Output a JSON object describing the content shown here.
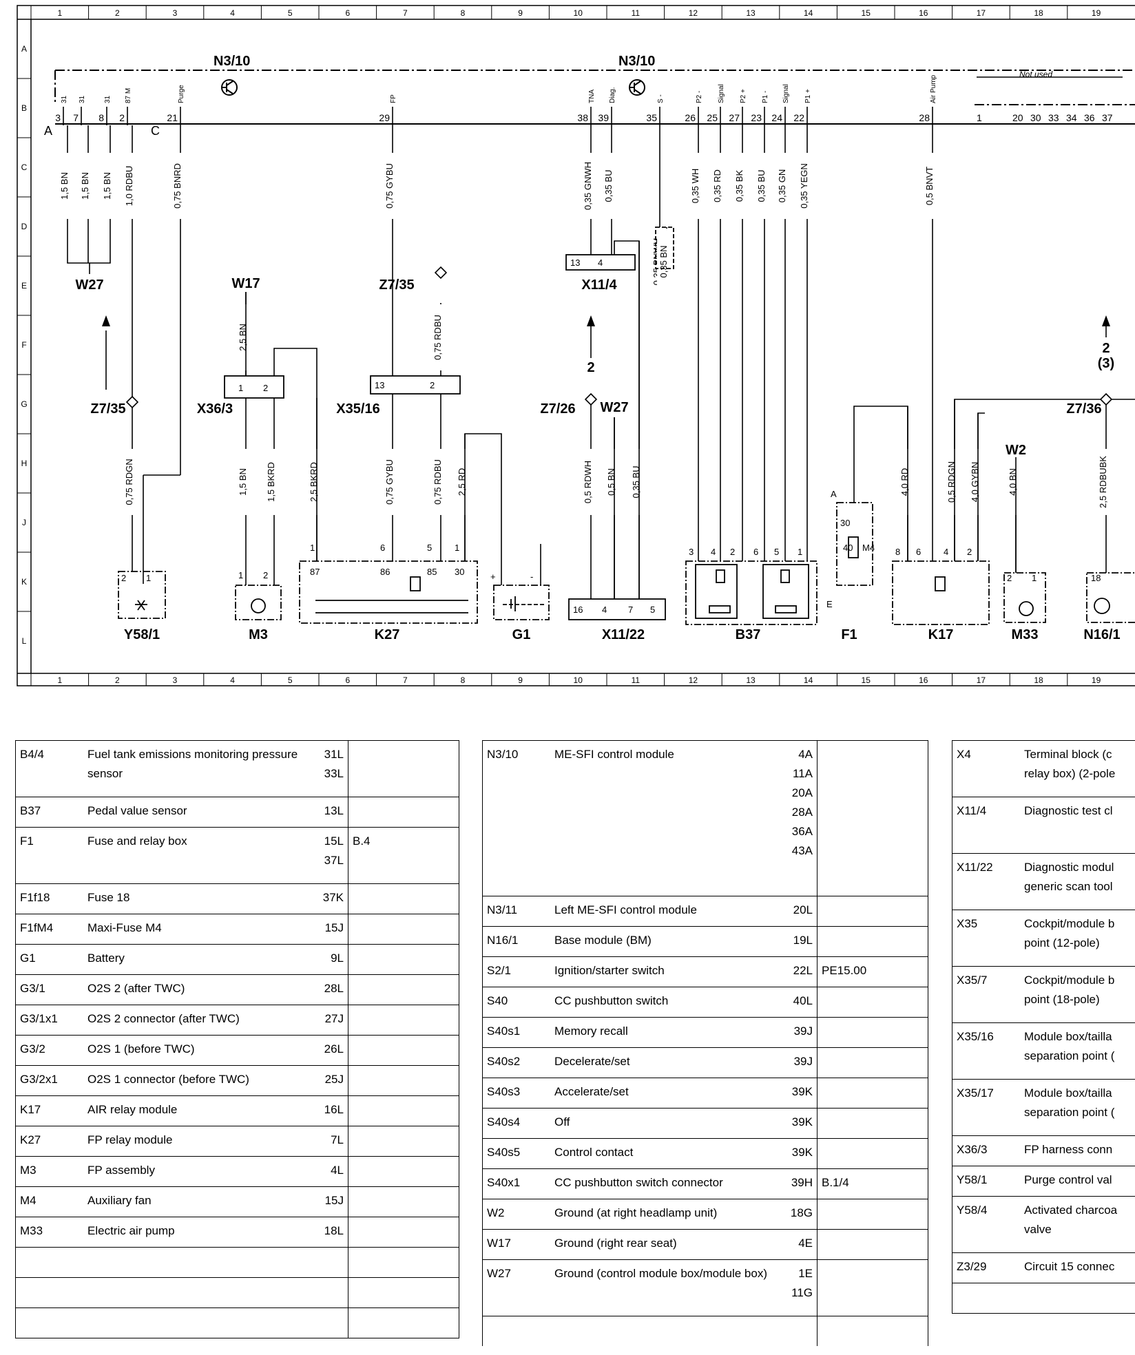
{
  "grid": {
    "columns": [
      "1",
      "2",
      "3",
      "4",
      "5",
      "6",
      "7",
      "8",
      "9",
      "10",
      "11",
      "12",
      "13",
      "14",
      "15",
      "16",
      "17",
      "18",
      "19"
    ],
    "rows": [
      "A",
      "B",
      "C",
      "D",
      "E",
      "F",
      "G",
      "H",
      "J",
      "K",
      "L"
    ]
  },
  "modules": {
    "left": "N3/10",
    "right": "N3/10",
    "not_used": "Not used"
  },
  "pins": [
    {
      "n": "3",
      "s": "31"
    },
    {
      "n": "7",
      "s": "31"
    },
    {
      "n": "8",
      "s": "31"
    },
    {
      "n": "2",
      "s": "87 M"
    },
    {
      "n": "21",
      "s": "Purge"
    },
    {
      "n": "29",
      "s": "FP"
    },
    {
      "n": "38",
      "s": "TNA"
    },
    {
      "n": "39",
      "s": "Diag."
    },
    {
      "n": "35",
      "s": "S -"
    },
    {
      "n": "26",
      "s": "P2 -"
    },
    {
      "n": "25",
      "s": "Signal"
    },
    {
      "n": "27",
      "s": "P2 +"
    },
    {
      "n": "23",
      "s": "P1 -"
    },
    {
      "n": "24",
      "s": "Signal"
    },
    {
      "n": "22",
      "s": "P1 +"
    },
    {
      "n": "28",
      "s": "Air Pump"
    }
  ],
  "extra_pins": [
    "1",
    "20",
    "30",
    "33",
    "34",
    "36",
    "37"
  ],
  "conn_letters": [
    "A",
    "C"
  ],
  "wires": [
    "1,5 BN",
    "1,5 BN",
    "1,5 BN",
    "1,0 RDBU",
    "0,75 BNRD",
    "0,75 GYBU",
    "0,35 GNWH",
    "0,35 BU",
    "0,35 BNWH",
    "0,35 BN",
    "0,35 WH",
    "0,35 RD",
    "0,35 BK",
    "0,35 BU",
    "0,35 GN",
    "0,35 YEGN",
    "0,5 BNVT",
    "2,5 BN",
    "0,75 RDBU",
    "0,75 RDGN",
    "1,5 BN",
    "1,5 BKRD",
    "2,5 BKRD",
    "0,75 GYBU",
    "0,75 RDBU",
    "2,5 RD",
    "0,5 RDWH",
    "0,5 BN",
    "0,35 BU",
    "4,0 RD",
    "0,5 RDGN",
    "4,0 GYBN",
    "4,0 BN",
    "2,5 RDBUBK"
  ],
  "labels": {
    "W27": "W27",
    "W17": "W17",
    "Z7_35": "Z7/35",
    "X11_4": "X11/4",
    "X36_3": "X36/3",
    "X35_16": "X35/16",
    "Z7_26": "Z7/26",
    "W27b": "W27",
    "Z7_36": "Z7/36",
    "W2": "W2",
    "Y58_1": "Y58/1",
    "M3": "M3",
    "K27": "K27",
    "G1": "G1",
    "X11_22": "X11/22",
    "B37": "B37",
    "F1": "F1",
    "K17": "K17",
    "M33": "M33",
    "N16_1": "N16/1",
    "ref2": "2",
    "ref2b": "2",
    "ref3": "(3)",
    "Z7_35_mark": "Z7/35",
    "relay_pins": [
      "87",
      "86",
      "85",
      "30"
    ],
    "relay_top": [
      "1",
      "6",
      "5",
      "1"
    ],
    "M4": "M4",
    "f30": "30",
    "f40": "40",
    "fA": "A",
    "fE": "E",
    "x11_4_pins": [
      "13",
      "4"
    ],
    "x36_pins": [
      "1",
      "2"
    ],
    "x35_pins": [
      "13",
      "2"
    ],
    "x11_22_pins": [
      "16",
      "4",
      "7",
      "5"
    ],
    "b37_pins": [
      "3",
      "4",
      "2",
      "6",
      "5",
      "1"
    ],
    "k17_pins": [
      "8",
      "6",
      "4",
      "2"
    ],
    "m33_pins": [
      "2",
      "1"
    ],
    "n16_pin": "18",
    "y58_pins": [
      "2",
      "1"
    ],
    "m3_pins": [
      "1",
      "2"
    ],
    "plus": "+",
    "minus": "-"
  },
  "tables": [
    {
      "rows": [
        {
          "code": "B4/4",
          "desc": "Fuel tank emissions monitoring pressure sensor",
          "loc": "31L\n33L",
          "xref": ""
        },
        {
          "code": "B37",
          "desc": "Pedal value sensor",
          "loc": "13L",
          "xref": ""
        },
        {
          "code": "F1",
          "desc": "Fuse and relay box",
          "loc": "15L\n37L",
          "xref": "B.4"
        },
        {
          "code": "F1f18",
          "desc": "Fuse 18",
          "loc": "37K",
          "xref": ""
        },
        {
          "code": "F1fM4",
          "desc": "Maxi-Fuse M4",
          "loc": "15J",
          "xref": ""
        },
        {
          "code": "G1",
          "desc": "Battery",
          "loc": "9L",
          "xref": ""
        },
        {
          "code": "G3/1",
          "desc": "O2S 2 (after TWC)",
          "loc": "28L",
          "xref": ""
        },
        {
          "code": "G3/1x1",
          "desc": "O2S 2 connector (after TWC)",
          "loc": "27J",
          "xref": ""
        },
        {
          "code": "G3/2",
          "desc": "O2S 1 (before TWC)",
          "loc": "26L",
          "xref": ""
        },
        {
          "code": "G3/2x1",
          "desc": "O2S 1 connector (before TWC)",
          "loc": "25J",
          "xref": ""
        },
        {
          "code": "K17",
          "desc": "AIR relay module",
          "loc": "16L",
          "xref": ""
        },
        {
          "code": "K27",
          "desc": "FP relay module",
          "loc": "7L",
          "xref": ""
        },
        {
          "code": "M3",
          "desc": "FP assembly",
          "loc": "4L",
          "xref": ""
        },
        {
          "code": "M4",
          "desc": "Auxiliary fan",
          "loc": "15J",
          "xref": ""
        },
        {
          "code": "M33",
          "desc": "Electric air pump",
          "loc": "18L",
          "xref": ""
        },
        {
          "code": "",
          "desc": "",
          "loc": "",
          "xref": ""
        },
        {
          "code": "",
          "desc": "",
          "loc": "",
          "xref": ""
        },
        {
          "code": "",
          "desc": "",
          "loc": "",
          "xref": ""
        }
      ]
    },
    {
      "rows": [
        {
          "code": "N3/10",
          "desc": "ME-SFI control module",
          "loc": "4A\n11A\n20A\n28A\n36A\n43A",
          "xref": ""
        },
        {
          "code": "N3/11",
          "desc": "Left ME-SFI control module",
          "loc": "20L",
          "xref": ""
        },
        {
          "code": "N16/1",
          "desc": "Base module (BM)",
          "loc": "19L",
          "xref": ""
        },
        {
          "code": "S2/1",
          "desc": "Ignition/starter switch",
          "loc": "22L",
          "xref": "PE15.00"
        },
        {
          "code": "S40",
          "desc": "CC pushbutton switch",
          "loc": "40L",
          "xref": ""
        },
        {
          "code": "S40s1",
          "desc": "Memory recall",
          "loc": "39J",
          "xref": ""
        },
        {
          "code": "S40s2",
          "desc": "Decelerate/set",
          "loc": "39J",
          "xref": ""
        },
        {
          "code": "S40s3",
          "desc": "Accelerate/set",
          "loc": "39K",
          "xref": ""
        },
        {
          "code": "S40s4",
          "desc": "Off",
          "loc": "39K",
          "xref": ""
        },
        {
          "code": "S40s5",
          "desc": "Control contact",
          "loc": "39K",
          "xref": ""
        },
        {
          "code": "S40x1",
          "desc": "CC pushbutton switch connector",
          "loc": "39H",
          "xref": "B.1/4"
        },
        {
          "code": "W2",
          "desc": "Ground (at right headlamp unit)",
          "loc": "18G",
          "xref": ""
        },
        {
          "code": "W17",
          "desc": "Ground (right rear seat)",
          "loc": "4E",
          "xref": ""
        },
        {
          "code": "W27",
          "desc": "Ground (control module box/module box)",
          "loc": "1E\n11G",
          "xref": ""
        },
        {
          "code": "",
          "desc": "",
          "loc": "",
          "xref": ""
        }
      ]
    },
    {
      "rows": [
        {
          "code": "X4",
          "desc": "Terminal block (c",
          "desc2": "relay box) (2-pole",
          "loc": "",
          "xref": ""
        },
        {
          "code": "X11/4",
          "desc": "Diagnostic test cl",
          "desc2": "",
          "loc": "",
          "xref": ""
        },
        {
          "code": "X11/22",
          "desc": "Diagnostic modul",
          "desc2": "generic scan tool",
          "loc": "",
          "xref": ""
        },
        {
          "code": "X35",
          "desc": "Cockpit/module b",
          "desc2": "point (12-pole)",
          "loc": "",
          "xref": ""
        },
        {
          "code": "X35/7",
          "desc": "Cockpit/module b",
          "desc2": "point (18-pole)",
          "loc": "",
          "xref": ""
        },
        {
          "code": "X35/16",
          "desc": "Module box/tailla",
          "desc2": "separation point (",
          "loc": "",
          "xref": ""
        },
        {
          "code": "X35/17",
          "desc": "Module box/tailla",
          "desc2": "separation point (",
          "loc": "",
          "xref": ""
        },
        {
          "code": "X36/3",
          "desc": "FP harness conn",
          "desc2": "",
          "loc": "",
          "xref": ""
        },
        {
          "code": "Y58/1",
          "desc": "Purge control val",
          "desc2": "",
          "loc": "",
          "xref": ""
        },
        {
          "code": "Y58/4",
          "desc": "Activated charcoa",
          "desc2": "valve",
          "loc": "",
          "xref": ""
        },
        {
          "code": "Z3/29",
          "desc": "Circuit 15 connec",
          "desc2": "",
          "loc": "",
          "xref": ""
        },
        {
          "code": "",
          "desc": "",
          "desc2": "",
          "loc": "",
          "xref": ""
        }
      ]
    }
  ]
}
